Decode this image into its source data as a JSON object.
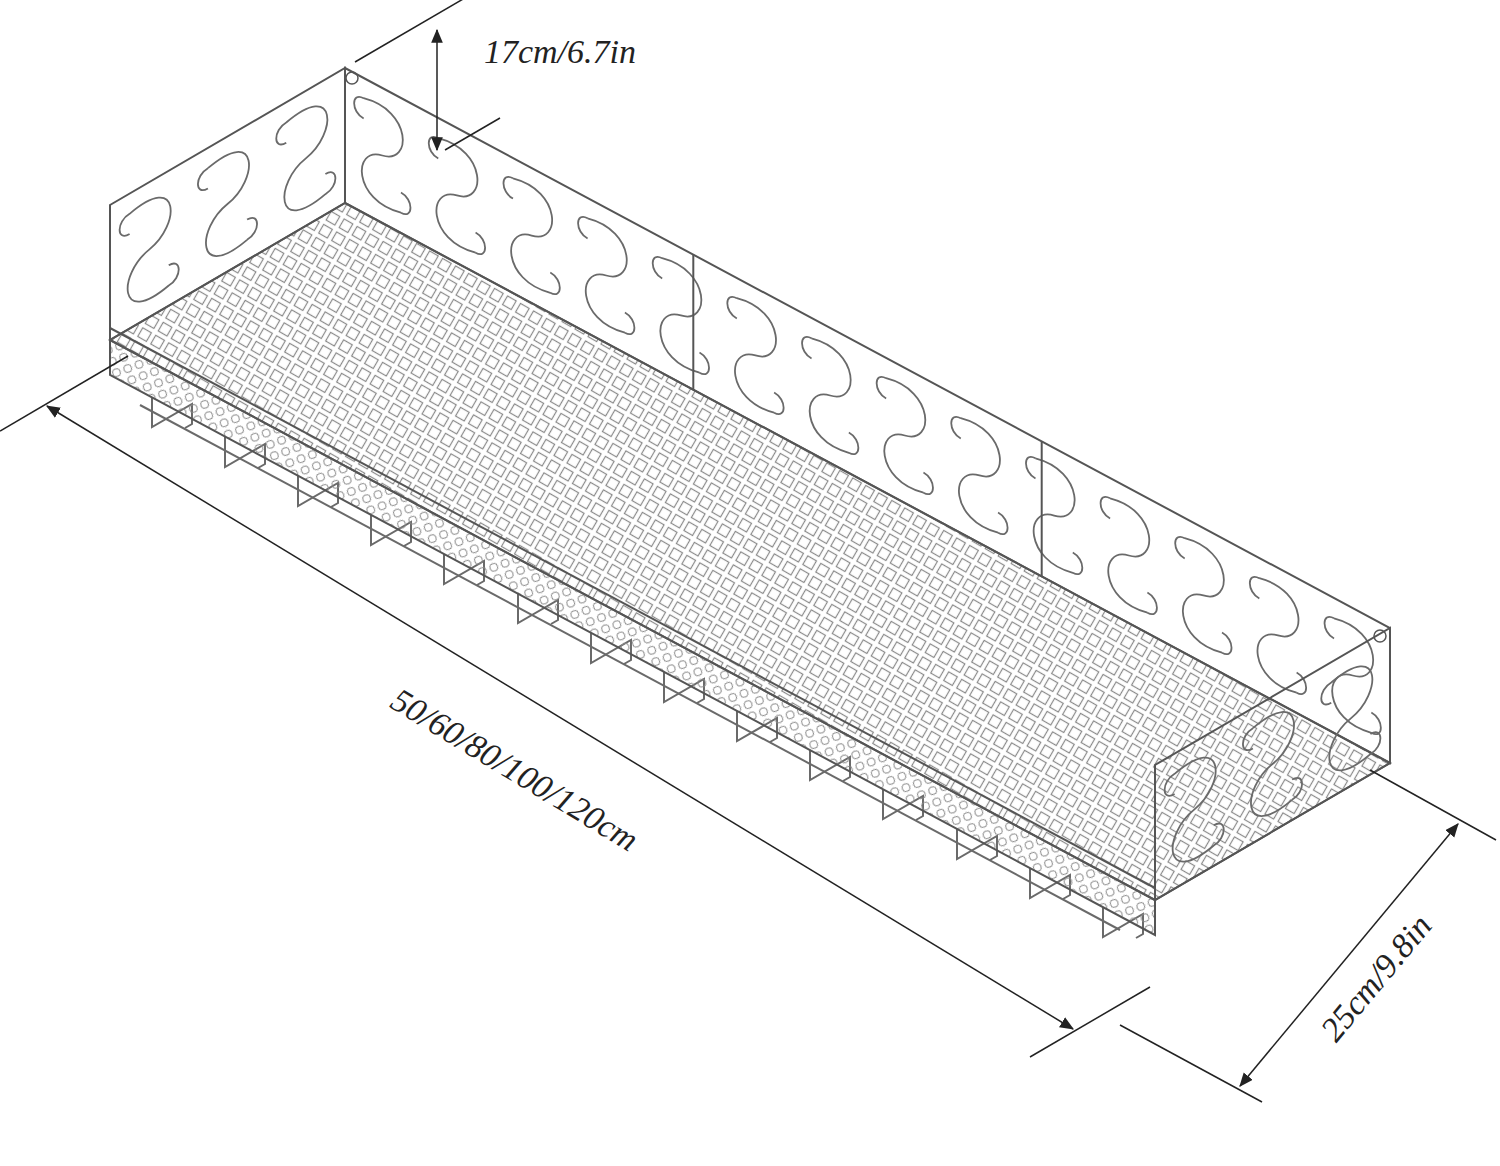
{
  "diagram": {
    "labels": [
      "17cm/6.7in",
      "50/60/80/100/120cm",
      "25cm/9.8in"
    ]
  }
}
